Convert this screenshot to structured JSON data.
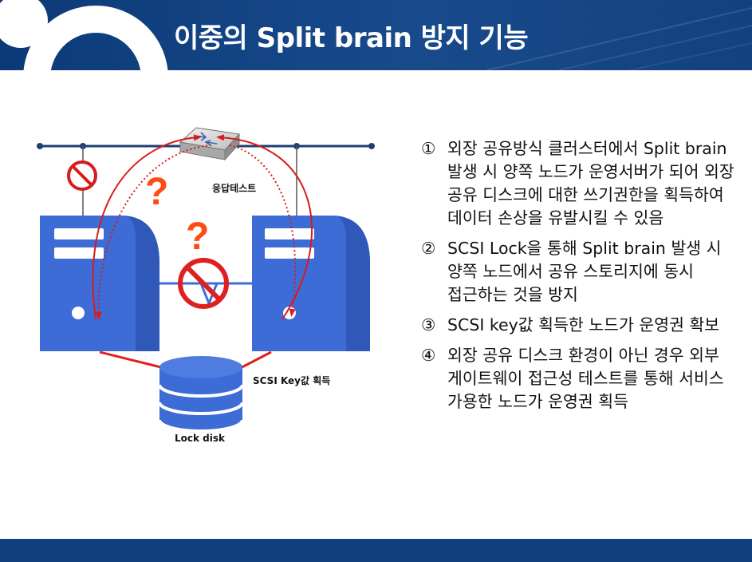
{
  "slide": {
    "title": "이중의 Split brain 방지 기능"
  },
  "diagram": {
    "labels": {
      "response_test": "응답테스트",
      "scsi_key": "SCSI Key값 획득",
      "lock_disk": "Lock disk"
    },
    "question_mark": "?"
  },
  "bullets": [
    {
      "num": "①",
      "text": "외장 공유방식 클러스터에서 Split brain 발생 시 양쪽 노드가 운영서버가 되어 외장 공유 디스크에 대한 쓰기권한을 획득하여 데이터 손상을 유발시킬 수 있음"
    },
    {
      "num": "②",
      "text": "SCSI Lock을 통해 Split brain 발생 시 양쪽 노드에서 공유 스토리지에 동시 접근하는 것을 방지"
    },
    {
      "num": "③",
      "text": "SCSI key값 획득한 노드가 운영권 확보"
    },
    {
      "num": "④",
      "text": "외장 공유 디스크 환경이 아닌 경우 외부 게이트웨이 접근성 테스트를 통해 서비스 가용한 노드가 운영권 획득"
    }
  ],
  "colors": {
    "header_blue": "#184a8c",
    "server_blue": "#3e6cd6",
    "warning_red": "#e02020",
    "question_orange": "#ff4a12"
  }
}
